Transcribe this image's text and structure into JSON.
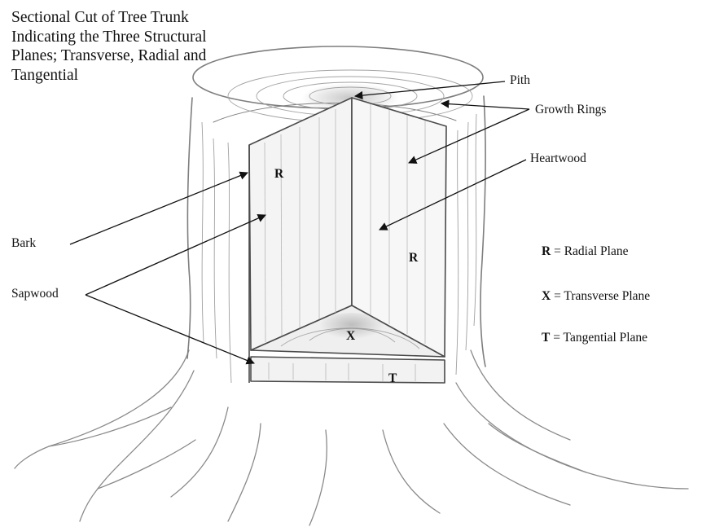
{
  "title": "Sectional Cut of Tree Trunk Indicating the Three Structural Planes; Transverse, Radial and Tangential",
  "labels": {
    "pith": "Pith",
    "growth_rings": "Growth Rings",
    "heartwood": "Heartwood",
    "bark": "Bark",
    "sapwood": "Sapwood"
  },
  "plane_markers": {
    "radial_left": "R",
    "radial_right": "R",
    "transverse": "X",
    "tangential": "T"
  },
  "legend": [
    {
      "symbol": "R",
      "text": "= Radial Plane"
    },
    {
      "symbol": "X",
      "text": "= Transverse Plane"
    },
    {
      "symbol": "T",
      "text": "= Tangential Plane"
    }
  ],
  "colors": {
    "pencil": "#8a8a8a",
    "ink": "#111111"
  }
}
